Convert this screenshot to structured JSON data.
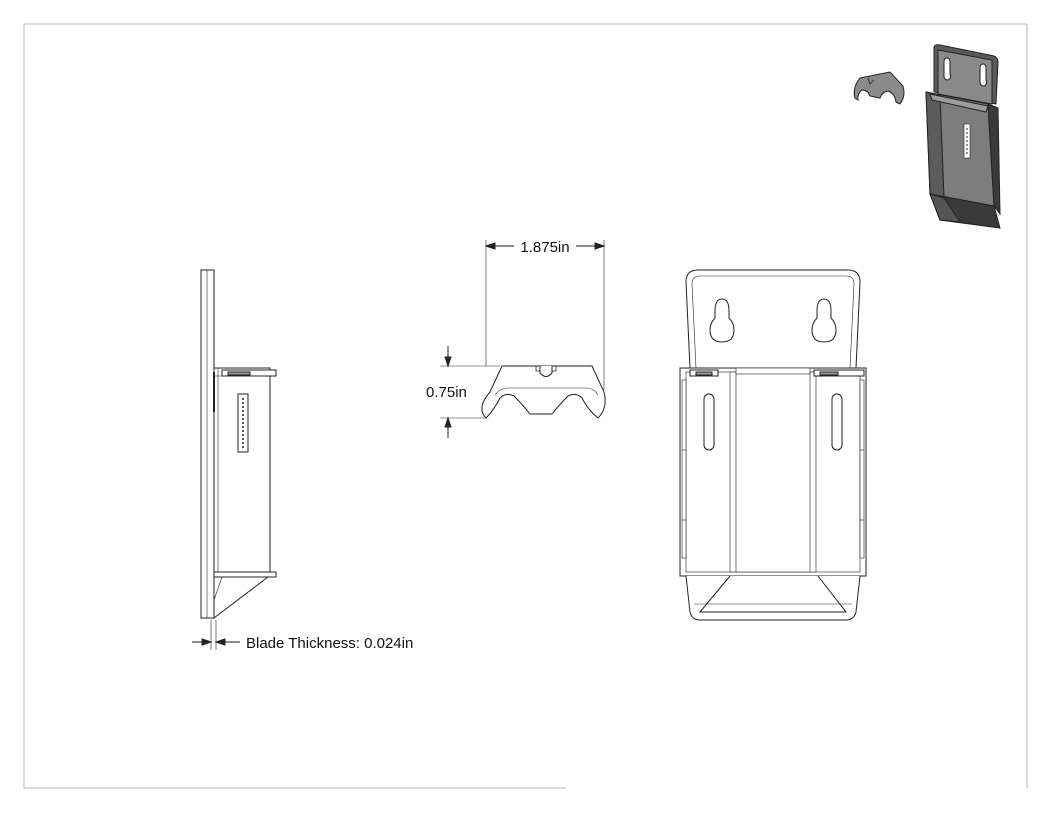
{
  "drawing": {
    "dimensions": {
      "blade_length": "1.875in",
      "blade_height": "0.75in",
      "blade_thickness": "Blade Thickness: 0.024in"
    },
    "colors": {
      "line": "#222222",
      "frame": "#b5b5b5",
      "iso_dark": "#4a4a4a",
      "iso_mid": "#7d7d7d",
      "iso_light": "#9c9c9c"
    }
  }
}
